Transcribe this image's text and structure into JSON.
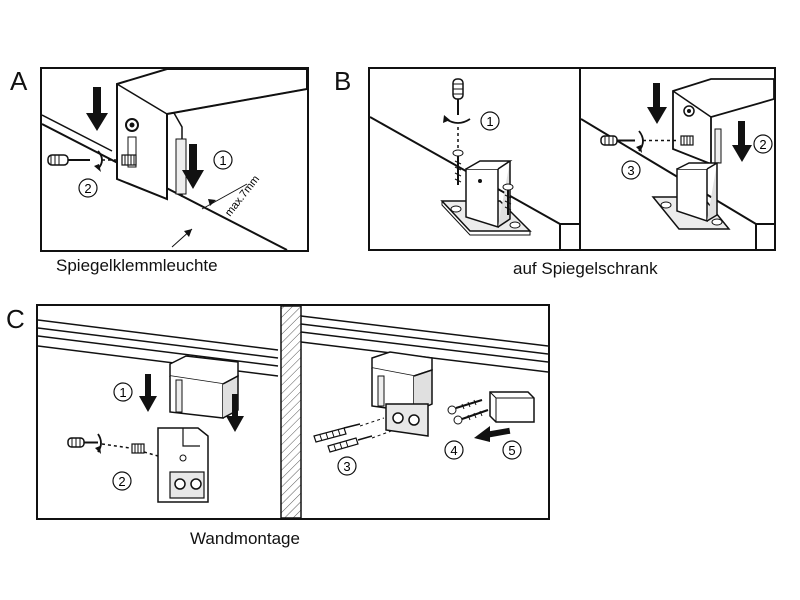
{
  "sections": {
    "a": {
      "letter": "A",
      "caption": "Spiegelklemmleuchte",
      "steps": [
        "1",
        "2"
      ],
      "dimension": "max.7mm"
    },
    "b": {
      "letter": "B",
      "caption": "auf Spiegelschrank",
      "steps_left": [
        "1"
      ],
      "steps_right": [
        "2",
        "3"
      ]
    },
    "c": {
      "letter": "C",
      "caption": "Wandmontage",
      "steps_left": [
        "1",
        "2"
      ],
      "steps_right": [
        "3",
        "4",
        "5"
      ]
    }
  },
  "colors": {
    "line": "#111111",
    "paper": "#ffffff",
    "shade": "#d9d9d9",
    "hatch": "#555555"
  },
  "icons": [
    "down-arrow-icon",
    "screwdriver-icon",
    "rotation-icon",
    "screw-icon",
    "set-screw-icon",
    "wall-plug-icon",
    "left-arrow-icon"
  ]
}
